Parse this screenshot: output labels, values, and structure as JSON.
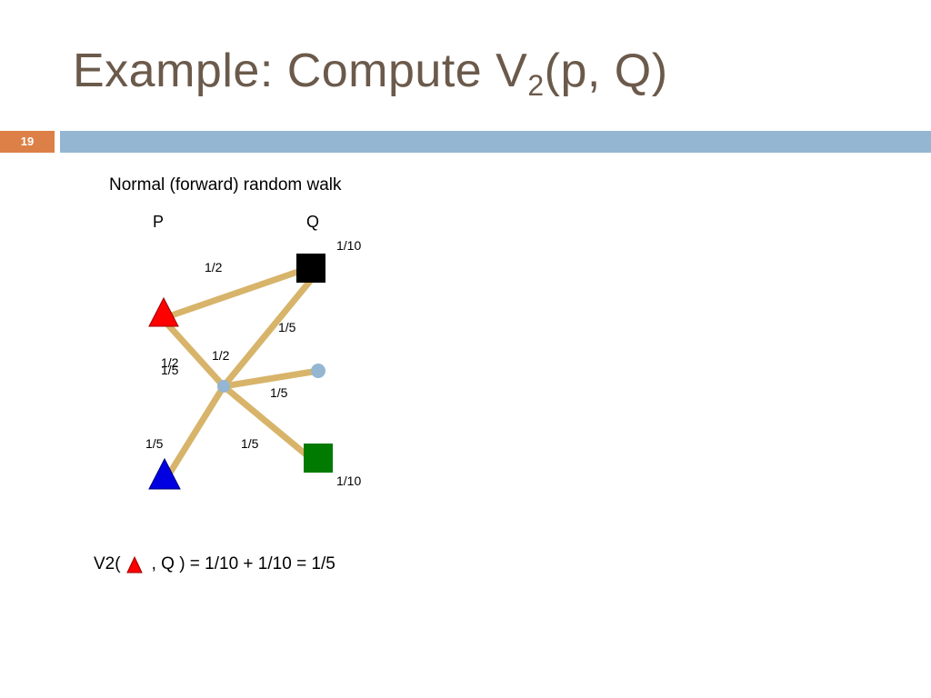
{
  "slide": {
    "title_main": "Example: Compute V",
    "title_sub": "2",
    "title_tail": "(p, Q)",
    "number": "19"
  },
  "subtitle": "Normal (forward) random walk",
  "labels": {
    "p": "P",
    "q": "Q"
  },
  "edge_labels": {
    "top_q": "1/10",
    "p_to_q": "1/2",
    "center_to_q": "1/5",
    "p_to_center_a": "1/2",
    "p_to_center_b": "1/5",
    "center_to_p": "1/2",
    "center_to_dot": "1/5",
    "center_to_blue": "1/5",
    "center_to_green": "1/5",
    "bottom_green": "1/10"
  },
  "formula": {
    "prefix": "V2(",
    "suffix": ", Q ) = 1/10 + 1/10 = 1/5"
  },
  "colors": {
    "edge": "#d7b46a",
    "red": "#ff0000",
    "blue": "#0000e0",
    "green": "#007a00",
    "black": "#000000",
    "dot": "#94b6d2",
    "title": "#6b5a4b",
    "accent": "#dd8047",
    "bar": "#94b6d2"
  }
}
